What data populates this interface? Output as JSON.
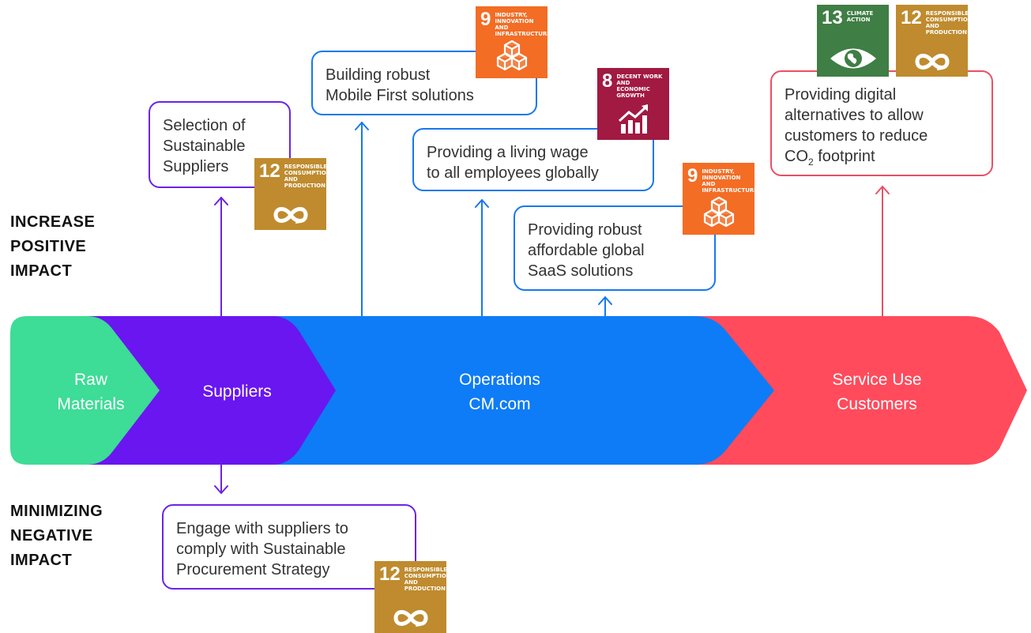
{
  "colors": {
    "raw": "#3ddc97",
    "suppliers": "#6a16f0",
    "operations": "#0e7cf6",
    "customers": "#ff4b5c",
    "box_purple": "#6a24e6",
    "box_blue": "#1678ee",
    "box_red": "#ea5063",
    "sdg8": "#a21942",
    "sdg9": "#f36d25",
    "sdg12": "#bf8b2e",
    "sdg13": "#3f7e44"
  },
  "labels": {
    "increase": [
      "INCREASE",
      "POSITIVE",
      "IMPACT"
    ],
    "minimize": [
      "MINIMIZING",
      "NEGATIVE",
      "IMPACT"
    ]
  },
  "stages": {
    "raw": [
      "Raw",
      "Materials"
    ],
    "suppliers": [
      "Suppliers"
    ],
    "operations": [
      "Operations",
      "CM.com"
    ],
    "customers": [
      "Service Use",
      "Customers"
    ]
  },
  "boxes": {
    "sustainable_suppliers": [
      "Selection of",
      "Sustainable",
      "Suppliers"
    ],
    "mobile_first": [
      "Building robust",
      "Mobile First solutions"
    ],
    "living_wage": [
      "Providing a living wage",
      "to all employees globally"
    ],
    "saas": [
      "Providing robust",
      "affordable global",
      "SaaS solutions"
    ],
    "digital": {
      "lines": [
        "Providing digital",
        "alternatives to allow",
        "customers to reduce"
      ],
      "co": "CO",
      "co_sub": "2",
      "co_rest": " footprint"
    },
    "procurement": [
      "Engage with suppliers to",
      "comply with Sustainable",
      "Procurement Strategy"
    ]
  },
  "sdg": {
    "g8": {
      "number": "8",
      "title": [
        "DECENT WORK AND",
        "ECONOMIC GROWTH"
      ],
      "icon": "growth-chart-icon"
    },
    "g9": {
      "number": "9",
      "title": [
        "INDUSTRY, INNOVATION",
        "AND INFRASTRUCTURE"
      ],
      "icon": "cubes-icon"
    },
    "g12": {
      "number": "12",
      "title": [
        "RESPONSIBLE",
        "CONSUMPTION",
        "AND PRODUCTION"
      ],
      "icon": "infinity-loop-icon"
    },
    "g13": {
      "number": "13",
      "title": [
        "CLIMATE",
        "ACTION"
      ],
      "icon": "eye-globe-icon"
    }
  }
}
